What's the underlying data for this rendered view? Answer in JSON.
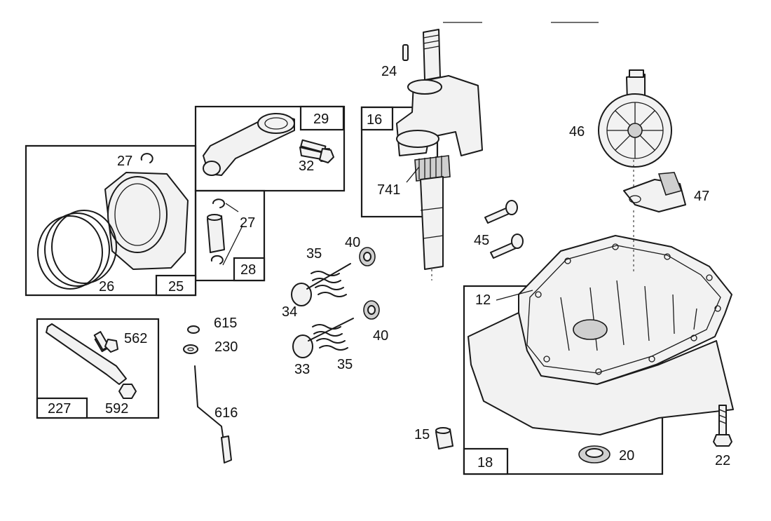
{
  "diagram": {
    "callouts": {
      "c24": "24",
      "c16": "16",
      "c741": "741",
      "c29": "29",
      "c32": "32",
      "c27a": "27",
      "c27b": "27",
      "c25": "25",
      "c26": "26",
      "c28": "28",
      "c46": "46",
      "c47": "47",
      "c45": "45",
      "c40a": "40",
      "c40b": "40",
      "c35a": "35",
      "c35b": "35",
      "c34": "34",
      "c33": "33",
      "c12": "12",
      "c615": "615",
      "c230": "230",
      "c616": "616",
      "c562": "562",
      "c592": "592",
      "c227": "227",
      "c15": "15",
      "c20": "20",
      "c18": "18",
      "c22": "22"
    }
  }
}
